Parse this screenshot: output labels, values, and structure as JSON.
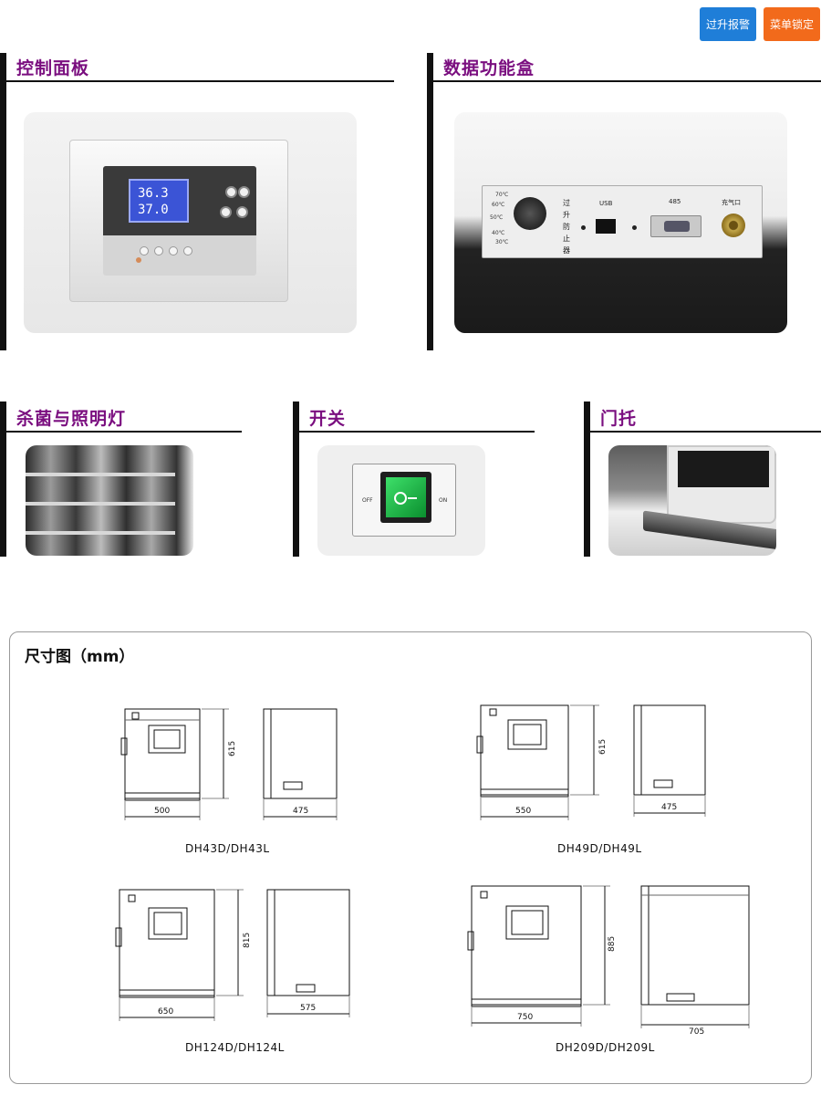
{
  "top_buttons": {
    "overtemp_alarm": "过升报警",
    "menu_lock": "菜单锁定"
  },
  "sections": {
    "control_panel": "控制面板",
    "data_box": "数据功能盒",
    "uv_light": "杀菌与照明灯",
    "switch": "开关",
    "door_bracket": "门托"
  },
  "control_panel_photo": {
    "display_line1": "36.3",
    "display_line2": "37.0"
  },
  "data_box_photo": {
    "scale": [
      "70℃",
      "60℃",
      "50℃",
      "40℃",
      "30℃"
    ],
    "vertical_label": [
      "过",
      "升",
      "防",
      "止",
      "器"
    ],
    "usb_label": "USB",
    "port_label": "485",
    "gas_label": "充气口"
  },
  "switch_photo": {
    "off_label": "OFF",
    "on_label": "ON"
  },
  "dimensions": {
    "title": "尺寸图（mm）",
    "models": [
      {
        "name": "DH43D/DH43L",
        "width": "500",
        "height": "615",
        "depth": "475"
      },
      {
        "name": "DH49D/DH49L",
        "width": "550",
        "height": "615",
        "depth": "475"
      },
      {
        "name": "DH124D/DH124L",
        "width": "650",
        "height": "815",
        "depth": "575"
      },
      {
        "name": "DH209D/DH209L",
        "width": "750",
        "height": "885",
        "depth": "705"
      }
    ]
  }
}
